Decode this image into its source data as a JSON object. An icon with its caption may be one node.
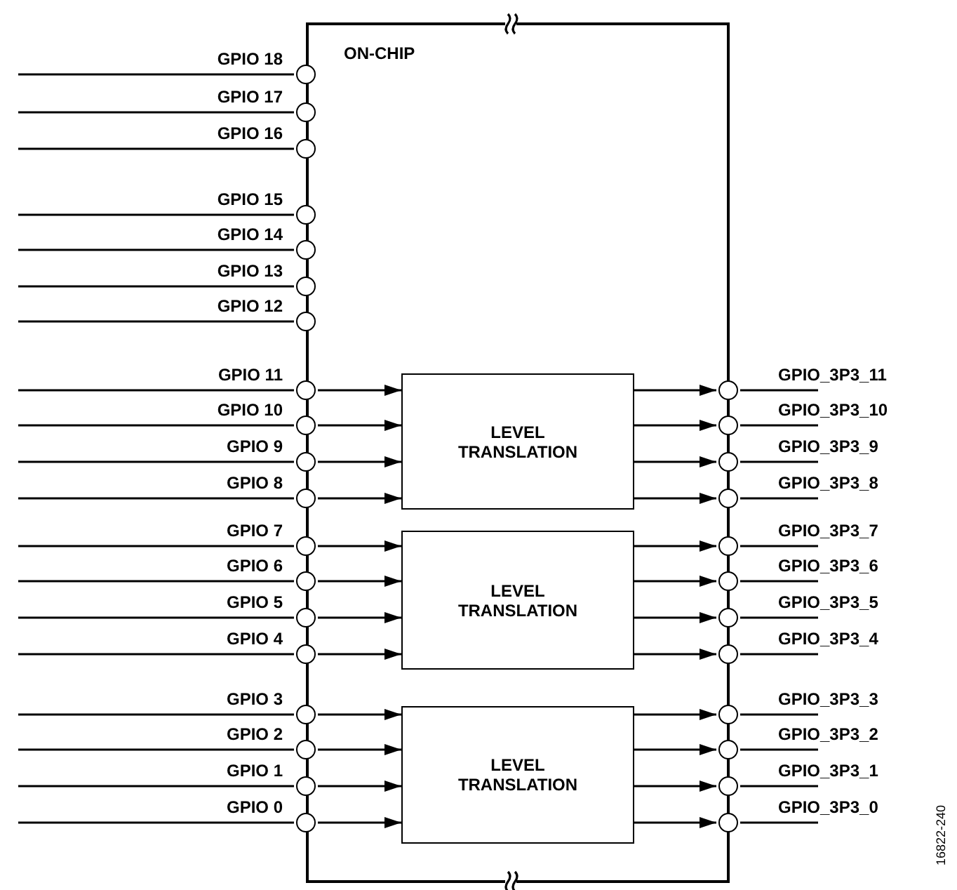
{
  "diagram": {
    "nodes": [
      {
        "text": [
          "ON-CHIP"
        ]
      },
      {
        "text": [],
        "shape": "circle",
        "beside": [
          "GPIO 18"
        ]
      },
      {
        "text": [],
        "shape": "circle",
        "beside": [
          "GPIO 17"
        ]
      },
      {
        "text": [],
        "shape": "circle",
        "beside": [
          "GPIO 16"
        ]
      },
      {
        "text": [],
        "shape": "circle",
        "beside": [
          "GPIO 15"
        ]
      },
      {
        "text": [],
        "shape": "circle",
        "beside": [
          "GPIO 14"
        ]
      },
      {
        "text": [],
        "shape": "circle",
        "beside": [
          "GPIO 13"
        ]
      },
      {
        "text": [],
        "shape": "circle",
        "beside": [
          "GPIO 12"
        ]
      },
      {
        "text": [],
        "shape": "circle",
        "beside": [
          "GPIO 11"
        ]
      },
      {
        "text": [],
        "shape": "circle",
        "beside": [
          "GPIO 10"
        ]
      },
      {
        "text": [],
        "shape": "circle",
        "beside": [
          "GPIO 9"
        ]
      },
      {
        "text": [],
        "shape": "circle",
        "beside": [
          "GPIO 8"
        ]
      },
      {
        "text": [],
        "shape": "circle",
        "beside": [
          "GPIO 7"
        ]
      },
      {
        "text": [],
        "shape": "circle",
        "beside": [
          "GPIO 6"
        ]
      },
      {
        "text": [],
        "shape": "circle",
        "beside": [
          "GPIO 5"
        ]
      },
      {
        "text": [],
        "shape": "circle",
        "beside": [
          "GPIO 4"
        ]
      },
      {
        "text": [],
        "shape": "circle",
        "beside": [
          "GPIO 3"
        ]
      },
      {
        "text": [],
        "shape": "circle",
        "beside": [
          "GPIO 2"
        ]
      },
      {
        "text": [],
        "shape": "circle",
        "beside": [
          "GPIO 1"
        ]
      },
      {
        "text": [],
        "shape": "circle",
        "beside": [
          "GPIO 0"
        ]
      },
      {
        "text": [
          "LEVEL TRANSLATION"
        ],
        "in": 0
      },
      {
        "text": [
          "LEVEL TRANSLATION"
        ],
        "in": 0
      },
      {
        "text": [
          "LEVEL TRANSLATION"
        ],
        "in": 0
      },
      {
        "text": [],
        "shape": "circle",
        "beside": [
          "GPIO_3P3_11"
        ]
      },
      {
        "text": [],
        "shape": "circle",
        "beside": [
          "GPIO_3P3_10"
        ]
      },
      {
        "text": [],
        "shape": "circle",
        "beside": [
          "GPIO_3P3_9"
        ]
      },
      {
        "text": [],
        "shape": "circle",
        "beside": [
          "GPIO_3P3_8"
        ]
      },
      {
        "text": [],
        "shape": "circle",
        "beside": [
          "GPIO_3P3_7"
        ]
      },
      {
        "text": [],
        "shape": "circle",
        "beside": [
          "GPIO_3P3_6"
        ]
      },
      {
        "text": [],
        "shape": "circle",
        "beside": [
          "GPIO_3P3_5"
        ]
      },
      {
        "text": [],
        "shape": "circle",
        "beside": [
          "GPIO_3P3_4"
        ]
      },
      {
        "text": [],
        "shape": "circle",
        "beside": [
          "GPIO_3P3_3"
        ]
      },
      {
        "text": [],
        "shape": "circle",
        "beside": [
          "GPIO_3P3_2"
        ]
      },
      {
        "text": [],
        "shape": "circle",
        "beside": [
          "GPIO_3P3_1"
        ]
      },
      {
        "text": [],
        "shape": "circle",
        "beside": [
          "GPIO_3P3_0"
        ]
      }
    ],
    "edges": [
      {
        "from": null,
        "to": 1,
        "arrow": "none"
      },
      {
        "from": null,
        "to": 2,
        "arrow": "none"
      },
      {
        "from": null,
        "to": 3,
        "arrow": "none"
      },
      {
        "from": null,
        "to": 4,
        "arrow": "none"
      },
      {
        "from": null,
        "to": 5,
        "arrow": "none"
      },
      {
        "from": null,
        "to": 6,
        "arrow": "none"
      },
      {
        "from": null,
        "to": 7,
        "arrow": "none"
      },
      {
        "from": null,
        "to": 8,
        "arrow": "none"
      },
      {
        "from": null,
        "to": 9,
        "arrow": "none"
      },
      {
        "from": null,
        "to": 10,
        "arrow": "none"
      },
      {
        "from": null,
        "to": 11,
        "arrow": "none"
      },
      {
        "from": null,
        "to": 12,
        "arrow": "none"
      },
      {
        "from": null,
        "to": 13,
        "arrow": "none"
      },
      {
        "from": null,
        "to": 14,
        "arrow": "none"
      },
      {
        "from": null,
        "to": 15,
        "arrow": "none"
      },
      {
        "from": null,
        "to": 16,
        "arrow": "none"
      },
      {
        "from": null,
        "to": 17,
        "arrow": "none"
      },
      {
        "from": null,
        "to": 18,
        "arrow": "none"
      },
      {
        "from": null,
        "to": 19,
        "arrow": "none"
      },
      {
        "from": 8,
        "to": 20,
        "arrow": "to"
      },
      {
        "from": 9,
        "to": 20,
        "arrow": "to"
      },
      {
        "from": 10,
        "to": 20,
        "arrow": "to"
      },
      {
        "from": 11,
        "to": 20,
        "arrow": "to"
      },
      {
        "from": 12,
        "to": 21,
        "arrow": "to"
      },
      {
        "from": 13,
        "to": 21,
        "arrow": "to"
      },
      {
        "from": 14,
        "to": 21,
        "arrow": "to"
      },
      {
        "from": 15,
        "to": 21,
        "arrow": "to"
      },
      {
        "from": 16,
        "to": 22,
        "arrow": "to"
      },
      {
        "from": 17,
        "to": 22,
        "arrow": "to"
      },
      {
        "from": 18,
        "to": 22,
        "arrow": "to"
      },
      {
        "from": 19,
        "to": 22,
        "arrow": "to"
      },
      {
        "from": 20,
        "to": 23,
        "arrow": "to"
      },
      {
        "from": 20,
        "to": 24,
        "arrow": "to"
      },
      {
        "from": 20,
        "to": 25,
        "arrow": "to"
      },
      {
        "from": 20,
        "to": 26,
        "arrow": "to"
      },
      {
        "from": 21,
        "to": 27,
        "arrow": "to"
      },
      {
        "from": 21,
        "to": 28,
        "arrow": "to"
      },
      {
        "from": 21,
        "to": 29,
        "arrow": "to"
      },
      {
        "from": 21,
        "to": 30,
        "arrow": "to"
      },
      {
        "from": 22,
        "to": 31,
        "arrow": "to"
      },
      {
        "from": 22,
        "to": 32,
        "arrow": "to"
      },
      {
        "from": 22,
        "to": 33,
        "arrow": "to"
      },
      {
        "from": 22,
        "to": 34,
        "arrow": "to"
      },
      {
        "from": 23,
        "to": null,
        "arrow": "none"
      },
      {
        "from": 24,
        "to": null,
        "arrow": "none"
      },
      {
        "from": 25,
        "to": null,
        "arrow": "none"
      },
      {
        "from": 26,
        "to": null,
        "arrow": "none"
      },
      {
        "from": 27,
        "to": null,
        "arrow": "none"
      },
      {
        "from": 28,
        "to": null,
        "arrow": "none"
      },
      {
        "from": 29,
        "to": null,
        "arrow": "none"
      },
      {
        "from": 30,
        "to": null,
        "arrow": "none"
      },
      {
        "from": 31,
        "to": null,
        "arrow": "none"
      },
      {
        "from": 32,
        "to": null,
        "arrow": "none"
      },
      {
        "from": 33,
        "to": null,
        "arrow": "none"
      },
      {
        "from": 34,
        "to": null,
        "arrow": "none"
      }
    ],
    "labels": [
      "16822-240"
    ]
  }
}
